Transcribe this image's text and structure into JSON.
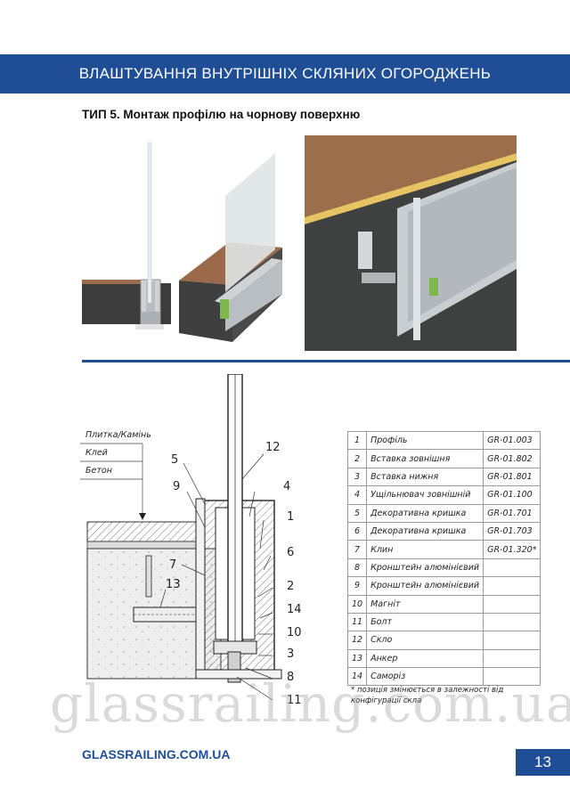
{
  "header": {
    "title": "ВЛАШТУВАННЯ ВНУТРІШНІХ СКЛЯНИХ ОГОРОДЖЕНЬ"
  },
  "section": {
    "title": "ТИП 5. Монтаж профілю на чорнову поверхню"
  },
  "diagram": {
    "layers": [
      "Плитка/Камінь",
      "Клей",
      "Бетон"
    ],
    "callouts": [
      "12",
      "5",
      "4",
      "9",
      "1",
      "6",
      "7",
      "13",
      "2",
      "14",
      "10",
      "3",
      "8",
      "11"
    ]
  },
  "parts_table": {
    "rows": [
      {
        "num": "1",
        "name": "Профіль",
        "code": "GR-01.003"
      },
      {
        "num": "2",
        "name": "Вставка зовнішня",
        "code": "GR-01.802"
      },
      {
        "num": "3",
        "name": "Вставка нижня",
        "code": "GR-01.801"
      },
      {
        "num": "4",
        "name": "Ущільнювач зовнішній",
        "code": "GR-01.100"
      },
      {
        "num": "5",
        "name": "Декоративна кришка",
        "code": "GR-01.701"
      },
      {
        "num": "6",
        "name": "Декоративна кришка",
        "code": "GR-01.703"
      },
      {
        "num": "7",
        "name": "Клин",
        "code": "GR-01.320*"
      },
      {
        "num": "8",
        "name": "Кронштейн алюмінієвий",
        "code": ""
      },
      {
        "num": "9",
        "name": "Кронштейн алюмінієвий",
        "code": ""
      },
      {
        "num": "10",
        "name": "Магніт",
        "code": ""
      },
      {
        "num": "11",
        "name": "Болт",
        "code": ""
      },
      {
        "num": "12",
        "name": "Скло",
        "code": ""
      },
      {
        "num": "13",
        "name": "Анкер",
        "code": ""
      },
      {
        "num": "14",
        "name": "Саморіз",
        "code": ""
      }
    ],
    "footnote": "* позиція змінюється в залежності від конфігурації скла"
  },
  "watermark": "glassrailing.com.ua",
  "footer": {
    "site": "GLASSRAILING.COM.UA",
    "page": "13"
  }
}
